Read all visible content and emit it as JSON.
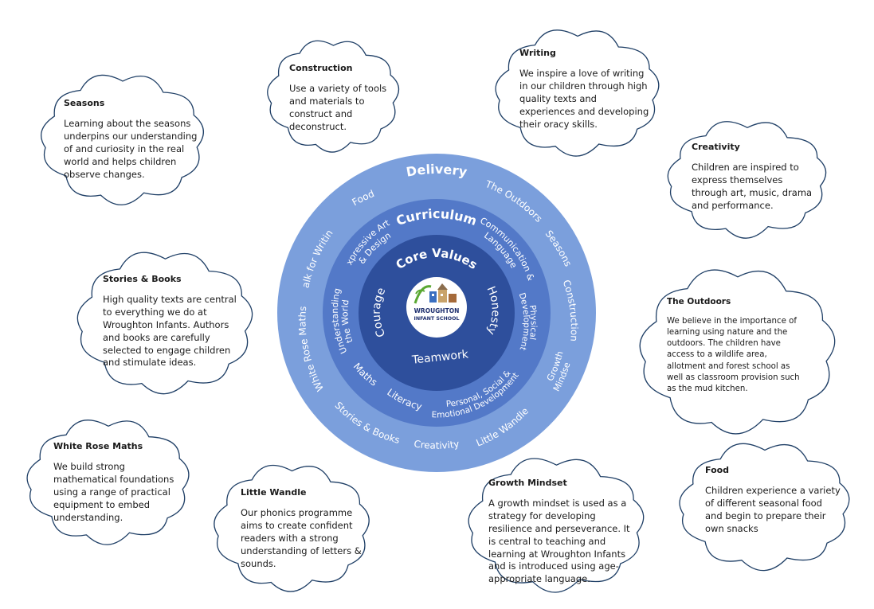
{
  "center": {
    "delivery_title": "Delivery",
    "curriculum_title": "Curriculum",
    "core_title": "Core Values",
    "logo_line1": "WROUGHTON",
    "logo_line2": "INFANT SCHOOL",
    "core_values": {
      "left": "Courage",
      "right": "Honesty",
      "bottom": "Teamwork"
    },
    "curriculum_areas": {
      "expressive_1": "Expressive Arts",
      "expressive_2": "& Design",
      "communication_1": "Communication &",
      "communication_2": "Language",
      "physical_1": "Physical",
      "physical_2": "Development",
      "pse_1": "Personal, Social &",
      "pse_2": "Emotional Development",
      "literacy": "Literacy",
      "maths": "Maths",
      "world_1": "Understanding",
      "world_2": "the World"
    },
    "delivery_items": {
      "food": "Food",
      "outdoors": "The Outdoors",
      "seasons": "Seasons",
      "construction": "Construction",
      "growth_1": "Growth",
      "growth_2": "Mindset",
      "little_wandle": "Little Wandle",
      "creativity": "Creativity",
      "stories": "Stories & Books",
      "white_rose": "White Rose Maths",
      "talk": "Talk for Writing"
    }
  },
  "clouds": {
    "seasons": {
      "title": "Seasons",
      "body": "Learning about the seasons underpins our understanding of and curiosity in the real world and helps children observe changes."
    },
    "construction": {
      "title": "Construction",
      "body": "Use a variety of tools and materials to construct and deconstruct."
    },
    "writing": {
      "title": "Writing",
      "body": "We inspire a love of writing in our children through high quality texts and experiences and developing their oracy skills."
    },
    "creativity": {
      "title": "Creativity",
      "body": "Children are inspired to express themselves through art, music, drama and performance."
    },
    "stories": {
      "title": "Stories & Books",
      "body": "High quality texts are central to everything we do at Wroughton Infants.  Authors and books are carefully selected to engage children and stimulate ideas."
    },
    "outdoors": {
      "title": "The Outdoors",
      "body": "We believe in the importance of learning using nature and the outdoors.  The children have access to a wildlife area, allotment and forest school as well as classroom provision such as the mud kitchen."
    },
    "maths": {
      "title": "White Rose Maths",
      "body": "We build strong mathematical foundations using a range of practical equipment to embed understanding."
    },
    "wandle": {
      "title": "Little Wandle",
      "body": "Our phonics programme aims to create confident readers with a strong understanding of letters & sounds."
    },
    "growth": {
      "title": "Growth Mindset",
      "body": "A growth mindset is used as a strategy for developing resilience and perseverance.  It is central to teaching and learning at Wroughton Infants and is introduced using age-appropriate language."
    },
    "food": {
      "title": "Food",
      "body": "Children experience a variety of different seasonal food and begin to prepare their own snacks"
    }
  },
  "colors": {
    "delivery_ring": "#7b9fdc",
    "curriculum_ring": "#5379c8",
    "core_ring": "#2e4f9c",
    "cloud_outline": "#1f3f66"
  }
}
